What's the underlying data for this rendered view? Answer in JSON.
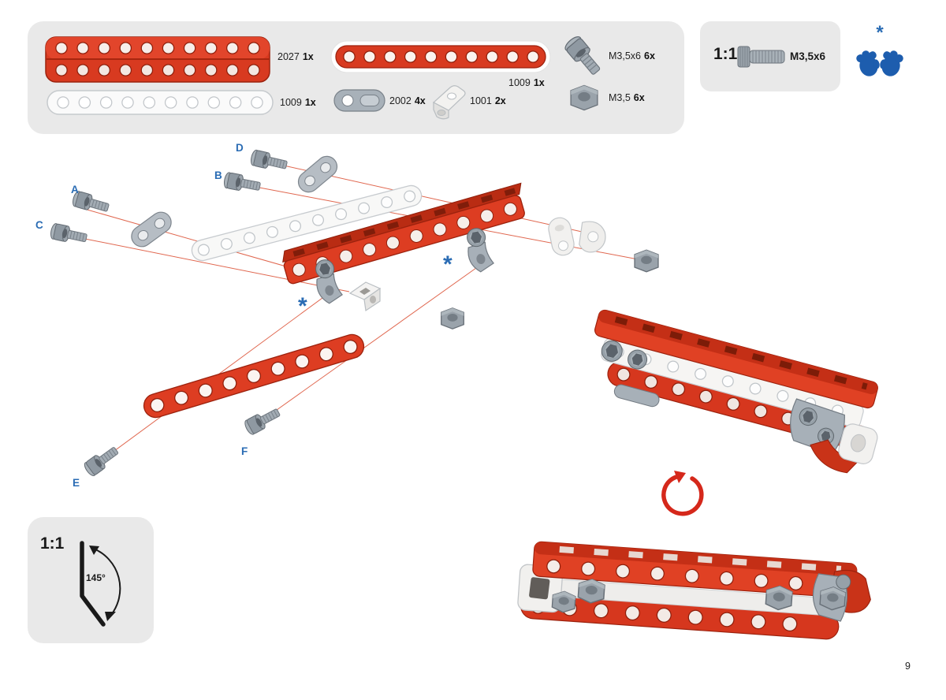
{
  "page": {
    "number": "9"
  },
  "parts_panel": {
    "items": [
      {
        "id": "2027",
        "qty": "1x"
      },
      {
        "id": "1009",
        "qty": "1x"
      },
      {
        "id": "1009",
        "qty": "1x"
      },
      {
        "id": "2002",
        "qty": "4x"
      },
      {
        "id": "1001",
        "qty": "2x"
      },
      {
        "id": "M3,5x6",
        "qty": "6x"
      },
      {
        "id": "M3,5",
        "qty": "6x"
      }
    ]
  },
  "scale_panel": {
    "ratio": "1:1",
    "screw_label": "M3,5x6"
  },
  "angle_panel": {
    "ratio": "1:1",
    "angle": "145°"
  },
  "diagram": {
    "labels": {
      "a": "A",
      "b": "B",
      "c": "C",
      "d": "D",
      "e": "E",
      "f": "F"
    },
    "asterisk": "*"
  },
  "colors": {
    "brand_red": "#d93a21",
    "dark_red": "#9c220e",
    "label_blue": "#2a6cb4",
    "hands_blue": "#1d5dae",
    "panel_gray": "#e9e9e9",
    "part_gray": "#9aa3ab"
  }
}
